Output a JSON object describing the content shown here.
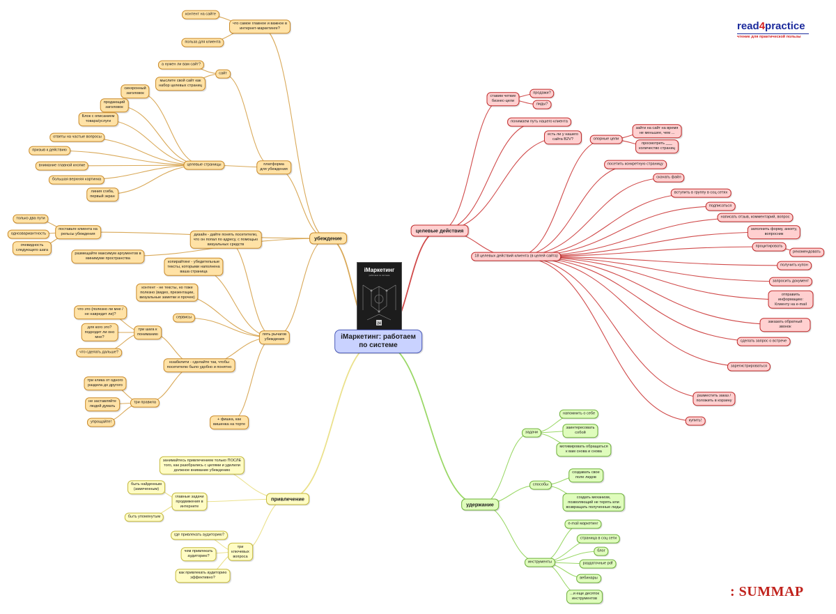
{
  "brand": {
    "logo_part1": "read",
    "logo_part2": "4",
    "logo_part3": "practice",
    "tagline": "чтение для практической пользы",
    "watermark": ": SUMMAP"
  },
  "book": {
    "title": "iМаркетинг",
    "subtitle": "работаем по системе",
    "badge": "24"
  },
  "colors": {
    "orange": "#d29a3c",
    "red": "#c82a2a",
    "green": "#8ad14e",
    "yellow": "#e7dc78"
  },
  "nodes": {
    "root": "iМаркетинг: работаем\nпо системе",
    "ubezhdenie": "убеждение",
    "celevye": "целевые действия",
    "uderzhanie": "удержание",
    "privlechenie": "привлечение",
    "chto_samoe": "что самое главное и важное в\nинтернет-маркетинге?",
    "kontent_site": "контент на сайте",
    "polza": "польза для клиента",
    "sait": "сайт",
    "nuzhen_li": "а нужен ли вам сайт?",
    "myslite": "мыслите свой сайт как\nнабор целевых страниц",
    "platforma": "платформа\nдля убеждения",
    "celevye_stranicy": "целевые страницы",
    "sinhron": "синхронный\nзаголовок",
    "prodayuschiy": "продающий\nзаголовок",
    "blok": "Блок с описанием\nтовара/услуги",
    "otvety": "ответы на частые вопросы",
    "prizyv": "призыв к действию",
    "vnimanie": "внимание главной кнопке",
    "bolshaya": "большая верхняя картинка",
    "liniya": "линия сгиба,\nпервый экран",
    "postavte": "поставьте клиента на\nрельсы убеждения",
    "tolko_dva": "только два пути",
    "odnovar": "однозвариантность",
    "ochevid": "очевидность\nследующего шага",
    "razmesch": "размещайте максимум аргументов в\nминимуме пространства",
    "dizayn": "дизайн - дайте понять посетителю,\nчто он попал по адресу, с помощью\nвизуальных средств",
    "kopirayt": "копирайтинг - убедительные\nтексты, которыми наполнена\nваша страница",
    "kontent_ne": "контент - не тексты, но тоже\nполезно (видео, презентации,\nвизуальные заметки и прочее)",
    "servisy": "сервисы",
    "pyat": "пять рычагов\nубеждения",
    "yuzabiliti": "юзабилити - сделайте так, чтобы\nпосетителю было удобно и понятно",
    "fishka": "+ фишка, как\nвишенка на торте",
    "tri_shaga": "три шага к\nпониманию",
    "chto_eto": "что это (полезно ли мне /\nне навредит ли)?",
    "dlya_kogo": "для кого это?\nподходит ли оно\nмне?",
    "chto_dalshe": "что сделать дальше?",
    "tri_pravila": "три правила",
    "tri_klika": "три клика от одного\nраздела до другого",
    "ne_zastavl": "не заставляйте\nлюдей думать",
    "uproschayte": "упрощайте!",
    "stavim": "ставим четкие\nбизнес-цели",
    "prodazhi": "продажи?",
    "lidy": "лиды?",
    "ponimaem": "понимаем путь нашего клиента",
    "est_li": "есть ли у нашего\nсайта B2V?",
    "opornye": "опорные цели",
    "zayti": "зайти на сайт на время\nне меньшее, чем ...",
    "prosmotret": "просмотреть ___\nколичество страниц",
    "poseti": "посетить конкретную страницу",
    "skachat": "скачать файл",
    "vstupit": "вступить в группу в соц сетях",
    "podpisatsya": "подписаться",
    "napisat": "написать отзыв, комментарий, вопрос",
    "zapolnit": "заполнить форму, анкету,\nвопросник",
    "procitirovat": "процитировать",
    "rekomend": "рекомендовать",
    "poluchit": "получить купон",
    "zaprosit": "запросить документ",
    "otpravit": "отправить информацию:\nКлиенту на e-mail",
    "zakazat": "заказать обратный звонок",
    "sdelat": "сделать запрос о встрече",
    "zaregistr": "зарегистрироваться",
    "razmestit": "разместить заказ /\nположить в корзину",
    "kupit": "купить!",
    "vosemnadcat": "18 целевых действий клиента (в целей сайта)",
    "zadachi": "задачи",
    "napomnit": "напомнить о себе",
    "zainteres": "заинтересовать\nсобой",
    "motivir": "мотивировать обращаться\nк вам снова и снова",
    "sposoby": "способы",
    "sozdavat": "создавать свое\nполе лидов",
    "sozdat_mehan": "создать механизм,\nпозволяющий не терять или\nвозвращать полученные лиды",
    "instrumenty": "инструменты",
    "email": "e-mail маркетинг",
    "stranica_soc": "страница в соц сети",
    "blog": "блог",
    "razdatochnye": "раздаточные pdf",
    "vebinary": "вебинары",
    "esche": "...и еще десяток\nинструментов",
    "zanimaytes": "занимайтесь привлечением только ПОСЛЕ\nтого, как разобрались с целями и уделили\nдолжное внимание убеждению",
    "glavnye": "главные задачи\nпродвижения в\nинтернете",
    "byt_naydennym": "быть найденным\n(замеченным)",
    "byt_upomyanutym": "быть упомянутым",
    "tri_klyuch": "три\nключевых\nвопроса",
    "gde": "где привлекать аудиторию?",
    "chem": "чем привлекать\nаудиторию?",
    "kak": "как привлекать аудиторию\nэффективно?"
  }
}
